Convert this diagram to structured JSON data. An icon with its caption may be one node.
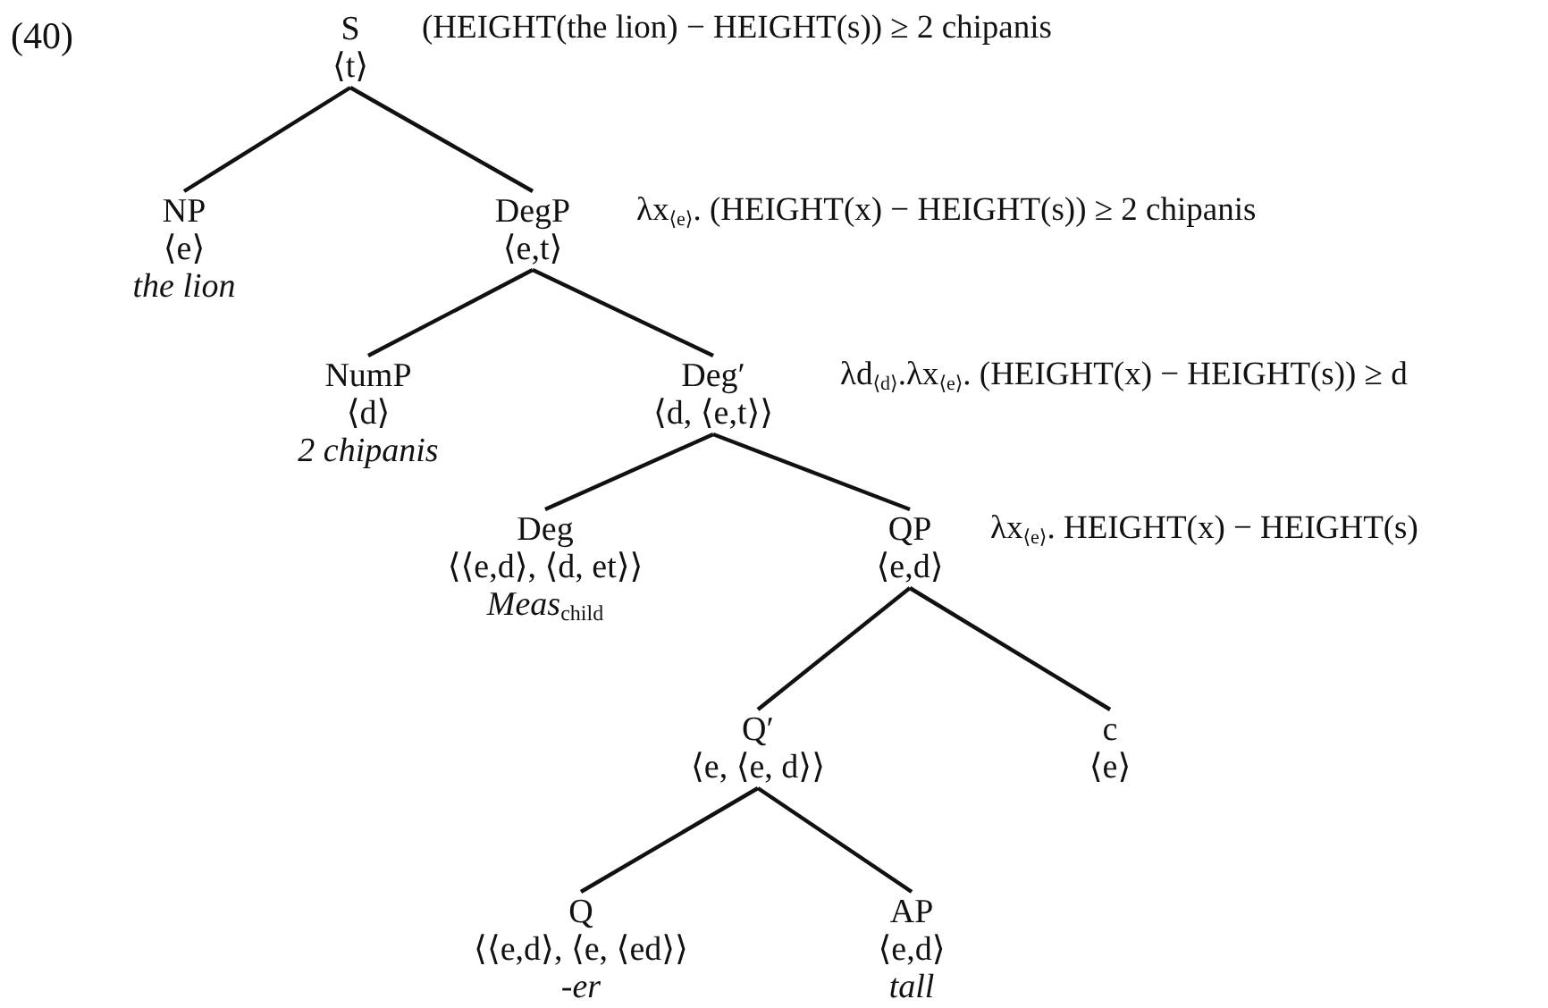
{
  "diagram": {
    "nodes": [
      {
        "text": [
          "S",
          "⟨t⟩"
        ],
        "beside": [
          "(HEIGHT(the lion) − HEIGHT(s)) ≥ 2 chipanis"
        ]
      },
      {
        "text": [
          "NP",
          "⟨e⟩",
          "the lion"
        ]
      },
      {
        "text": [
          "DegP",
          "⟨e,t⟩"
        ],
        "beside": [
          "λx$_{⟨e⟩}$. (HEIGHT(x) − HEIGHT(s)) ≥ 2 chipanis"
        ]
      },
      {
        "text": [
          "NumP",
          "⟨d⟩",
          "2 chipanis"
        ]
      },
      {
        "text": [
          "Deg′",
          "⟨d, ⟨e,t⟩⟩"
        ],
        "beside": [
          "λd$_{⟨d⟩}$.λx$_{⟨e⟩}$. (HEIGHT(x) − HEIGHT(s)) ≥ d"
        ]
      },
      {
        "text": [
          "Deg",
          "⟨⟨e,d⟩, ⟨d, et⟩⟩",
          "Meas$_{child}$"
        ]
      },
      {
        "text": [
          "QP",
          "⟨e,d⟩"
        ],
        "beside": [
          "λx$_{⟨e⟩}$. HEIGHT(x) − HEIGHT(s)"
        ]
      },
      {
        "text": [
          "Q′",
          "⟨e, ⟨e, d⟩⟩"
        ]
      },
      {
        "text": [
          "c",
          "⟨e⟩"
        ]
      },
      {
        "text": [
          "Q",
          "⟨⟨e,d⟩, ⟨e, ⟨ed⟩⟩",
          "-er"
        ]
      },
      {
        "text": [
          "AP",
          "⟨e,d⟩",
          "tall"
        ]
      }
    ],
    "edges": [
      {
        "from": 0,
        "to": 1,
        "arrow": "none"
      },
      {
        "from": 0,
        "to": 2,
        "arrow": "none"
      },
      {
        "from": 2,
        "to": 3,
        "arrow": "none"
      },
      {
        "from": 2,
        "to": 4,
        "arrow": "none"
      },
      {
        "from": 4,
        "to": 5,
        "arrow": "none"
      },
      {
        "from": 4,
        "to": 6,
        "arrow": "none"
      },
      {
        "from": 6,
        "to": 7,
        "arrow": "none"
      },
      {
        "from": 6,
        "to": 8,
        "arrow": "none"
      },
      {
        "from": 7,
        "to": 9,
        "arrow": "none"
      },
      {
        "from": 7,
        "to": 10,
        "arrow": "none"
      }
    ],
    "labels": [
      "(40)"
    ]
  }
}
